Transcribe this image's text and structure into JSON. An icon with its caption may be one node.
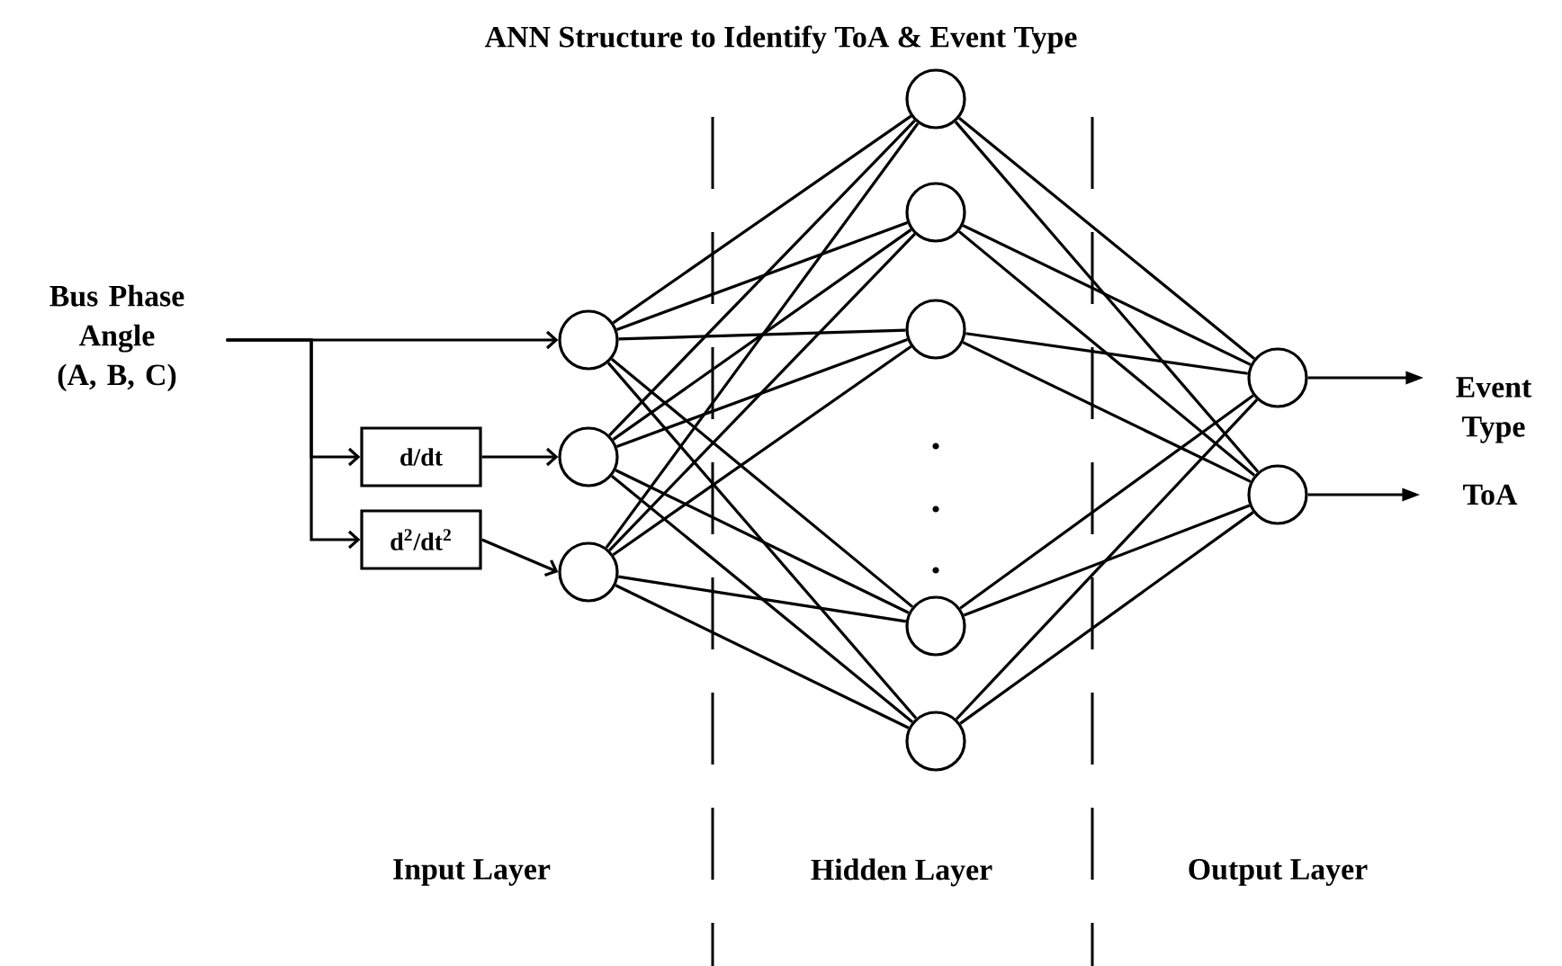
{
  "diagram": {
    "title": "ANN Structure to Identify ToA & Event Type",
    "nodes": [
      {
        "text": [
          "Bus Phase Angle",
          "(A, B, C)"
        ]
      },
      {
        "text": [
          "d/dt"
        ]
      },
      {
        "text": [
          "d$^{2}$/dt$^{2}$"
        ]
      },
      {
        "text": [],
        "shape": "circle"
      },
      {
        "text": [],
        "shape": "circle"
      },
      {
        "text": [],
        "shape": "circle"
      },
      {
        "text": [],
        "shape": "circle"
      },
      {
        "text": [],
        "shape": "circle"
      },
      {
        "text": [],
        "shape": "circle"
      },
      {
        "text": [],
        "shape": "circle"
      },
      {
        "text": [],
        "shape": "circle"
      },
      {
        "text": [],
        "shape": "circle"
      },
      {
        "text": [],
        "shape": "circle"
      },
      {
        "text": [
          "Event Type"
        ]
      },
      {
        "text": [
          "ToA"
        ]
      }
    ],
    "edges": [
      {
        "from": 0,
        "to": 3,
        "arrow": "to"
      },
      {
        "from": 0,
        "to": 1,
        "arrow": "to"
      },
      {
        "from": 0,
        "to": 2,
        "arrow": "to"
      },
      {
        "from": 1,
        "to": 4,
        "arrow": "to"
      },
      {
        "from": 2,
        "to": 5,
        "arrow": "to"
      },
      {
        "from": 3,
        "to": 6,
        "arrow": "none"
      },
      {
        "from": 3,
        "to": 7,
        "arrow": "none"
      },
      {
        "from": 3,
        "to": 8,
        "arrow": "none"
      },
      {
        "from": 3,
        "to": 9,
        "arrow": "none"
      },
      {
        "from": 3,
        "to": 10,
        "arrow": "none"
      },
      {
        "from": 4,
        "to": 6,
        "arrow": "none"
      },
      {
        "from": 4,
        "to": 7,
        "arrow": "none"
      },
      {
        "from": 4,
        "to": 8,
        "arrow": "none"
      },
      {
        "from": 4,
        "to": 9,
        "arrow": "none"
      },
      {
        "from": 4,
        "to": 10,
        "arrow": "none"
      },
      {
        "from": 5,
        "to": 6,
        "arrow": "none"
      },
      {
        "from": 5,
        "to": 7,
        "arrow": "none"
      },
      {
        "from": 5,
        "to": 8,
        "arrow": "none"
      },
      {
        "from": 5,
        "to": 9,
        "arrow": "none"
      },
      {
        "from": 5,
        "to": 10,
        "arrow": "none"
      },
      {
        "from": 6,
        "to": 11,
        "arrow": "none"
      },
      {
        "from": 6,
        "to": 12,
        "arrow": "none"
      },
      {
        "from": 7,
        "to": 11,
        "arrow": "none"
      },
      {
        "from": 7,
        "to": 12,
        "arrow": "none"
      },
      {
        "from": 8,
        "to": 11,
        "arrow": "none"
      },
      {
        "from": 8,
        "to": 12,
        "arrow": "none"
      },
      {
        "from": 9,
        "to": 11,
        "arrow": "none"
      },
      {
        "from": 9,
        "to": 12,
        "arrow": "none"
      },
      {
        "from": 10,
        "to": 11,
        "arrow": "none"
      },
      {
        "from": 10,
        "to": 12,
        "arrow": "none"
      },
      {
        "from": 11,
        "to": 13,
        "arrow": "to"
      },
      {
        "from": 12,
        "to": 14,
        "arrow": "to"
      }
    ],
    "labels": [
      "Input Layer",
      "Hidden Layer",
      "Output Layer"
    ]
  }
}
